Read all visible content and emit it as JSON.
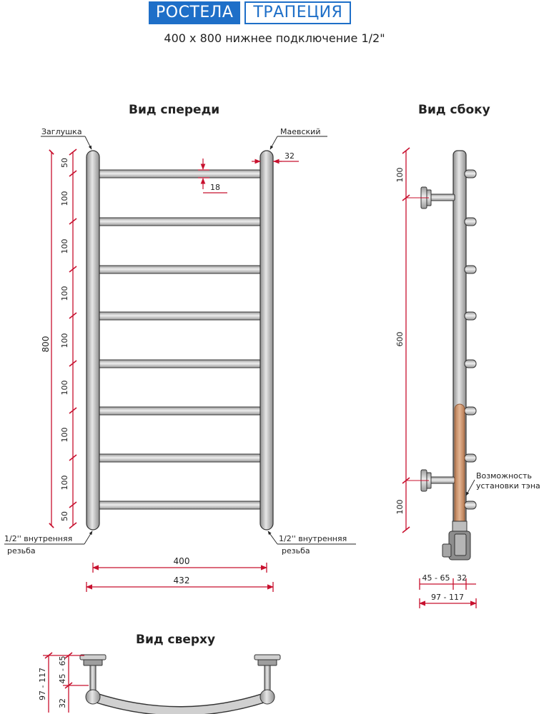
{
  "header": {
    "brand": "РОСТЕЛА",
    "model": "ТРАПЕЦИЯ",
    "subtitle": "400 х 800 нижнее подключение 1/2\""
  },
  "views": {
    "front": "Вид спереди",
    "side": "Вид сбоку",
    "top": "Вид сверху"
  },
  "labels": {
    "plug": "Заглушка",
    "mayevsky": "Маевский",
    "thread_left_1": "1/2'' внутренняя",
    "thread_left_2": "резьба",
    "thread_right_1": "1/2'' внутренняя",
    "thread_right_2": "резьба",
    "heater_1": "Возможность",
    "heater_2": "установки тэна"
  },
  "dimensions": {
    "front_total_height": "800",
    "front_segments": [
      "50",
      "100",
      "100",
      "100",
      "100",
      "100",
      "100",
      "100",
      "50"
    ],
    "pipe_diameter": "32",
    "rung_diameter": "18",
    "center_distance": "400",
    "overall_width": "432",
    "side_top": "100",
    "side_middle": "600",
    "side_bottom": "100",
    "side_offset": "45 - 65",
    "side_pipe": "32",
    "side_total": "97 - 117",
    "top_total": "97 - 117",
    "top_offset": "45 - 65",
    "top_pipe": "32"
  },
  "colors": {
    "brand": "#1e6fc8",
    "dimension": "#c8102e",
    "pipe": "#c4c4c4",
    "outline": "#333333",
    "heater": "#c98a5e"
  }
}
